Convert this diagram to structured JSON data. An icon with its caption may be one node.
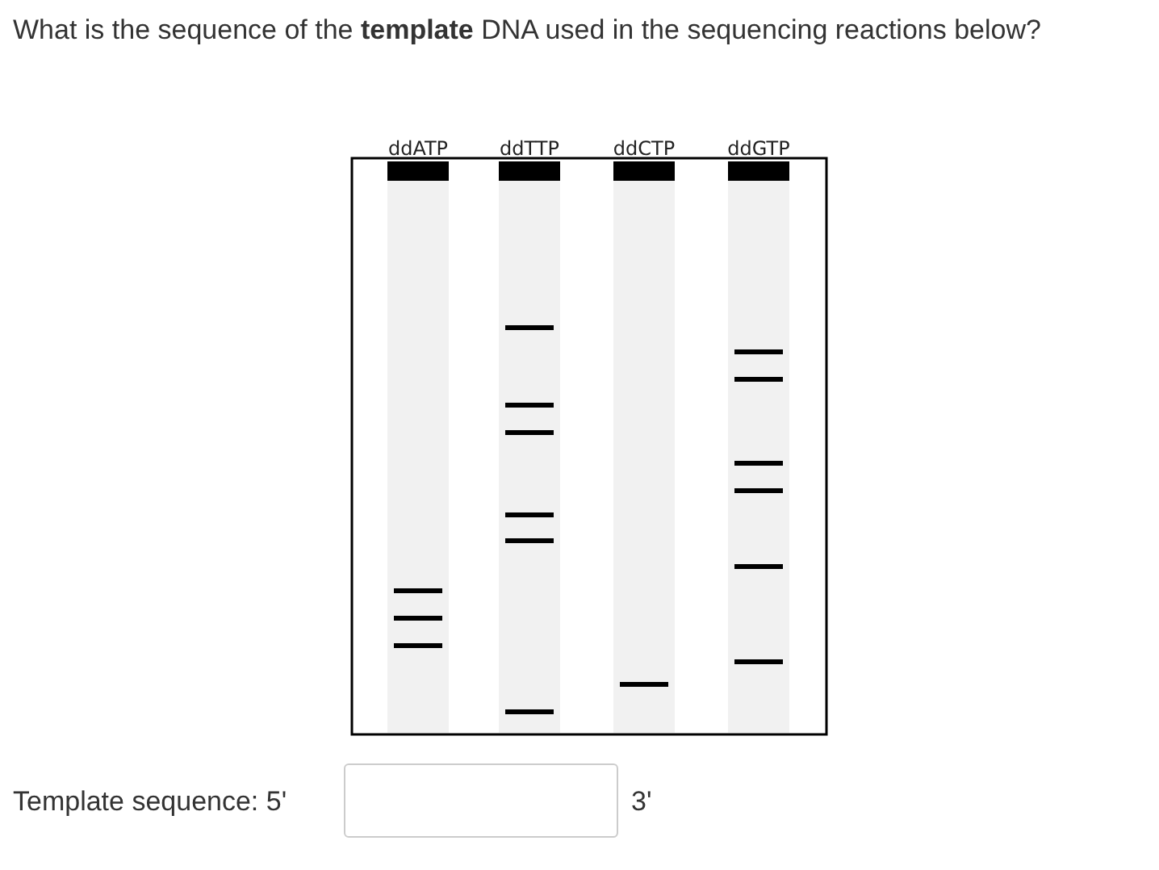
{
  "diagram": {
    "title": "What is the sequence of the **template** DNA used in the sequencing reactions below?",
    "labels": [
      "ddATP",
      "ddTTP",
      "ddCTP",
      "ddGTP",
      "Template sequence: 5'",
      "3'"
    ]
  }
}
